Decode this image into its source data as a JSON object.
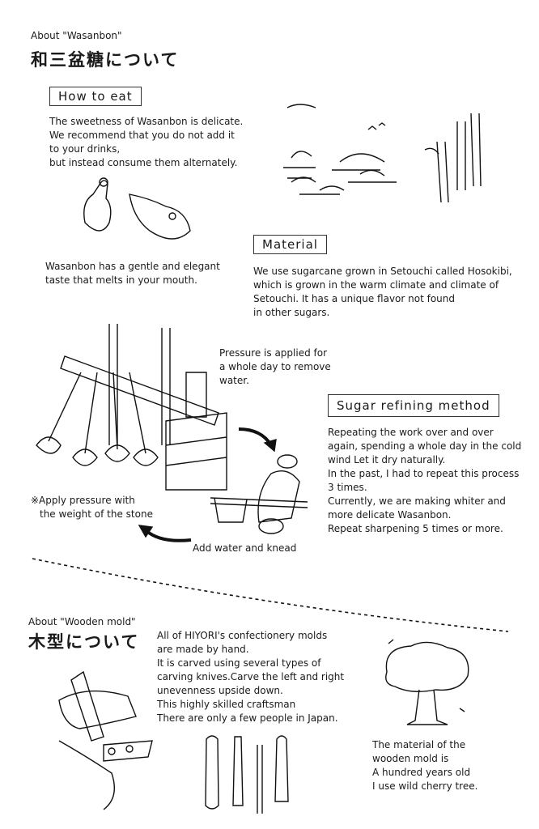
{
  "wasanbon": {
    "about_label": "About \"Wasanbon\"",
    "title": "和三盆糖について",
    "how_to_eat": {
      "heading": "How to eat",
      "lines": [
        "The sweetness of Wasanbon is delicate.",
        "We recommend that you do not add it",
        "to your drinks,",
        "but instead consume them alternately."
      ],
      "caption": [
        "Wasanbon has a gentle and elegant",
        "taste that melts in your mouth."
      ]
    },
    "material": {
      "heading": "Material",
      "lines": [
        "We use sugarcane grown in Setouchi called Hosokibi,",
        "which is grown in the warm climate and climate of",
        "Setouchi. It has a unique flavor not found",
        "in other sugars."
      ]
    },
    "pressure": [
      "Pressure is applied for",
      "a whole day to remove",
      "water."
    ],
    "refining": {
      "heading": "Sugar refining method",
      "lines": [
        "Repeating the work over and over",
        "again, spending a whole day in the cold",
        "wind Let it dry naturally.",
        "In the past, I had to repeat this process",
        "3 times.",
        "Currently, we are making whiter and",
        "more delicate Wasanbon.",
        "Repeat sharpening 5 times or more."
      ]
    },
    "stone_note": [
      "※Apply pressure with",
      "the weight of the stone"
    ],
    "knead": "Add water and knead"
  },
  "wooden_mold": {
    "about_label": "About \"Wooden mold\"",
    "title": "木型について",
    "lines": [
      "All of HIYORI's confectionery molds",
      "are made by hand.",
      "It is carved using several types of",
      "carving knives.Carve the left and right",
      " unevenness upside down.",
      "This highly skilled craftsman",
      "There are only a few people in Japan."
    ],
    "material_note": [
      "The material of the",
      "wooden mold is",
      "A hundred years old",
      "I use wild cherry tree."
    ]
  }
}
